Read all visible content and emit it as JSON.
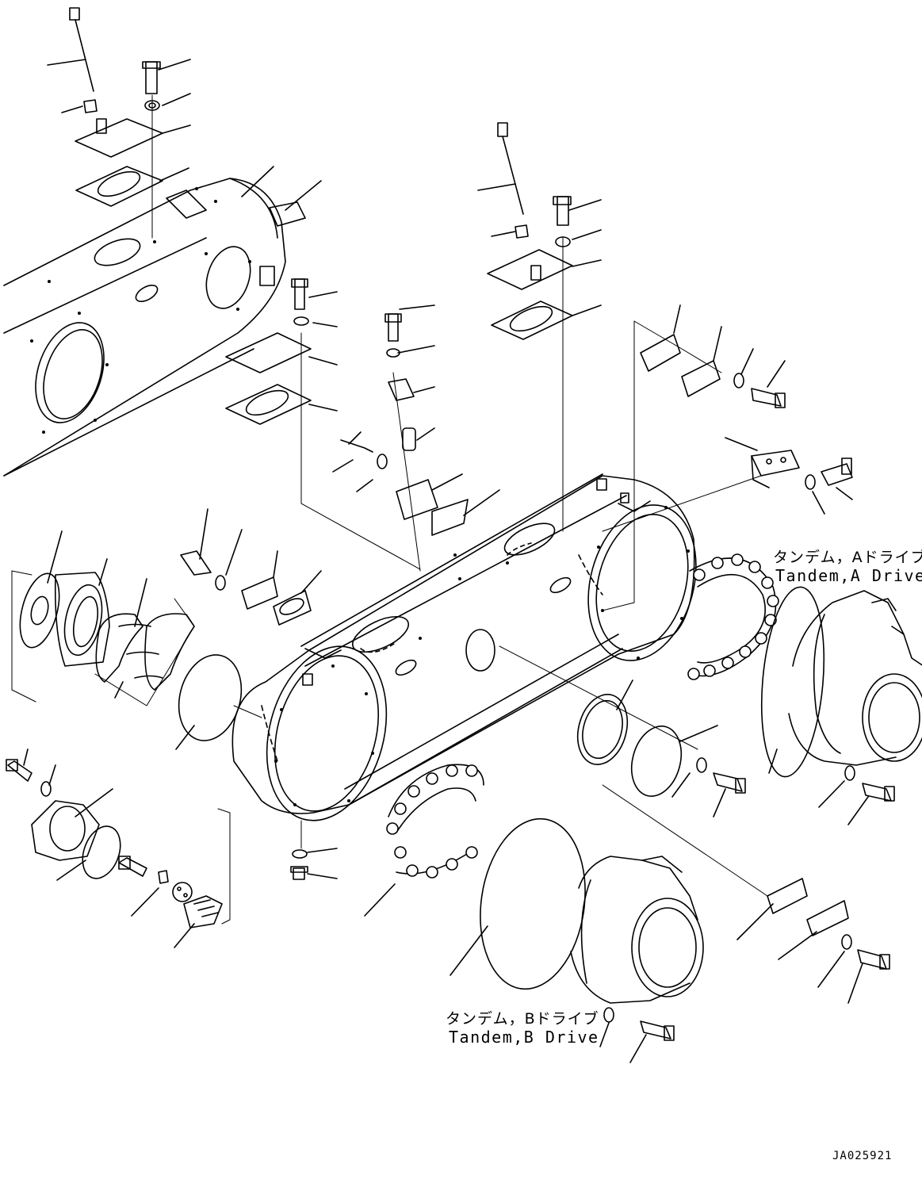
{
  "labels": {
    "tandem_a_jp": "タンデム，Aドライブ",
    "tandem_a_en": "Tandem,A Drive",
    "tandem_b_jp": "タンデム，Bドライブ",
    "tandem_b_en": "Tandem,B Drive",
    "drawing_code": "JA025921"
  },
  "colors": {
    "line": "#000000",
    "background": "#ffffff"
  }
}
